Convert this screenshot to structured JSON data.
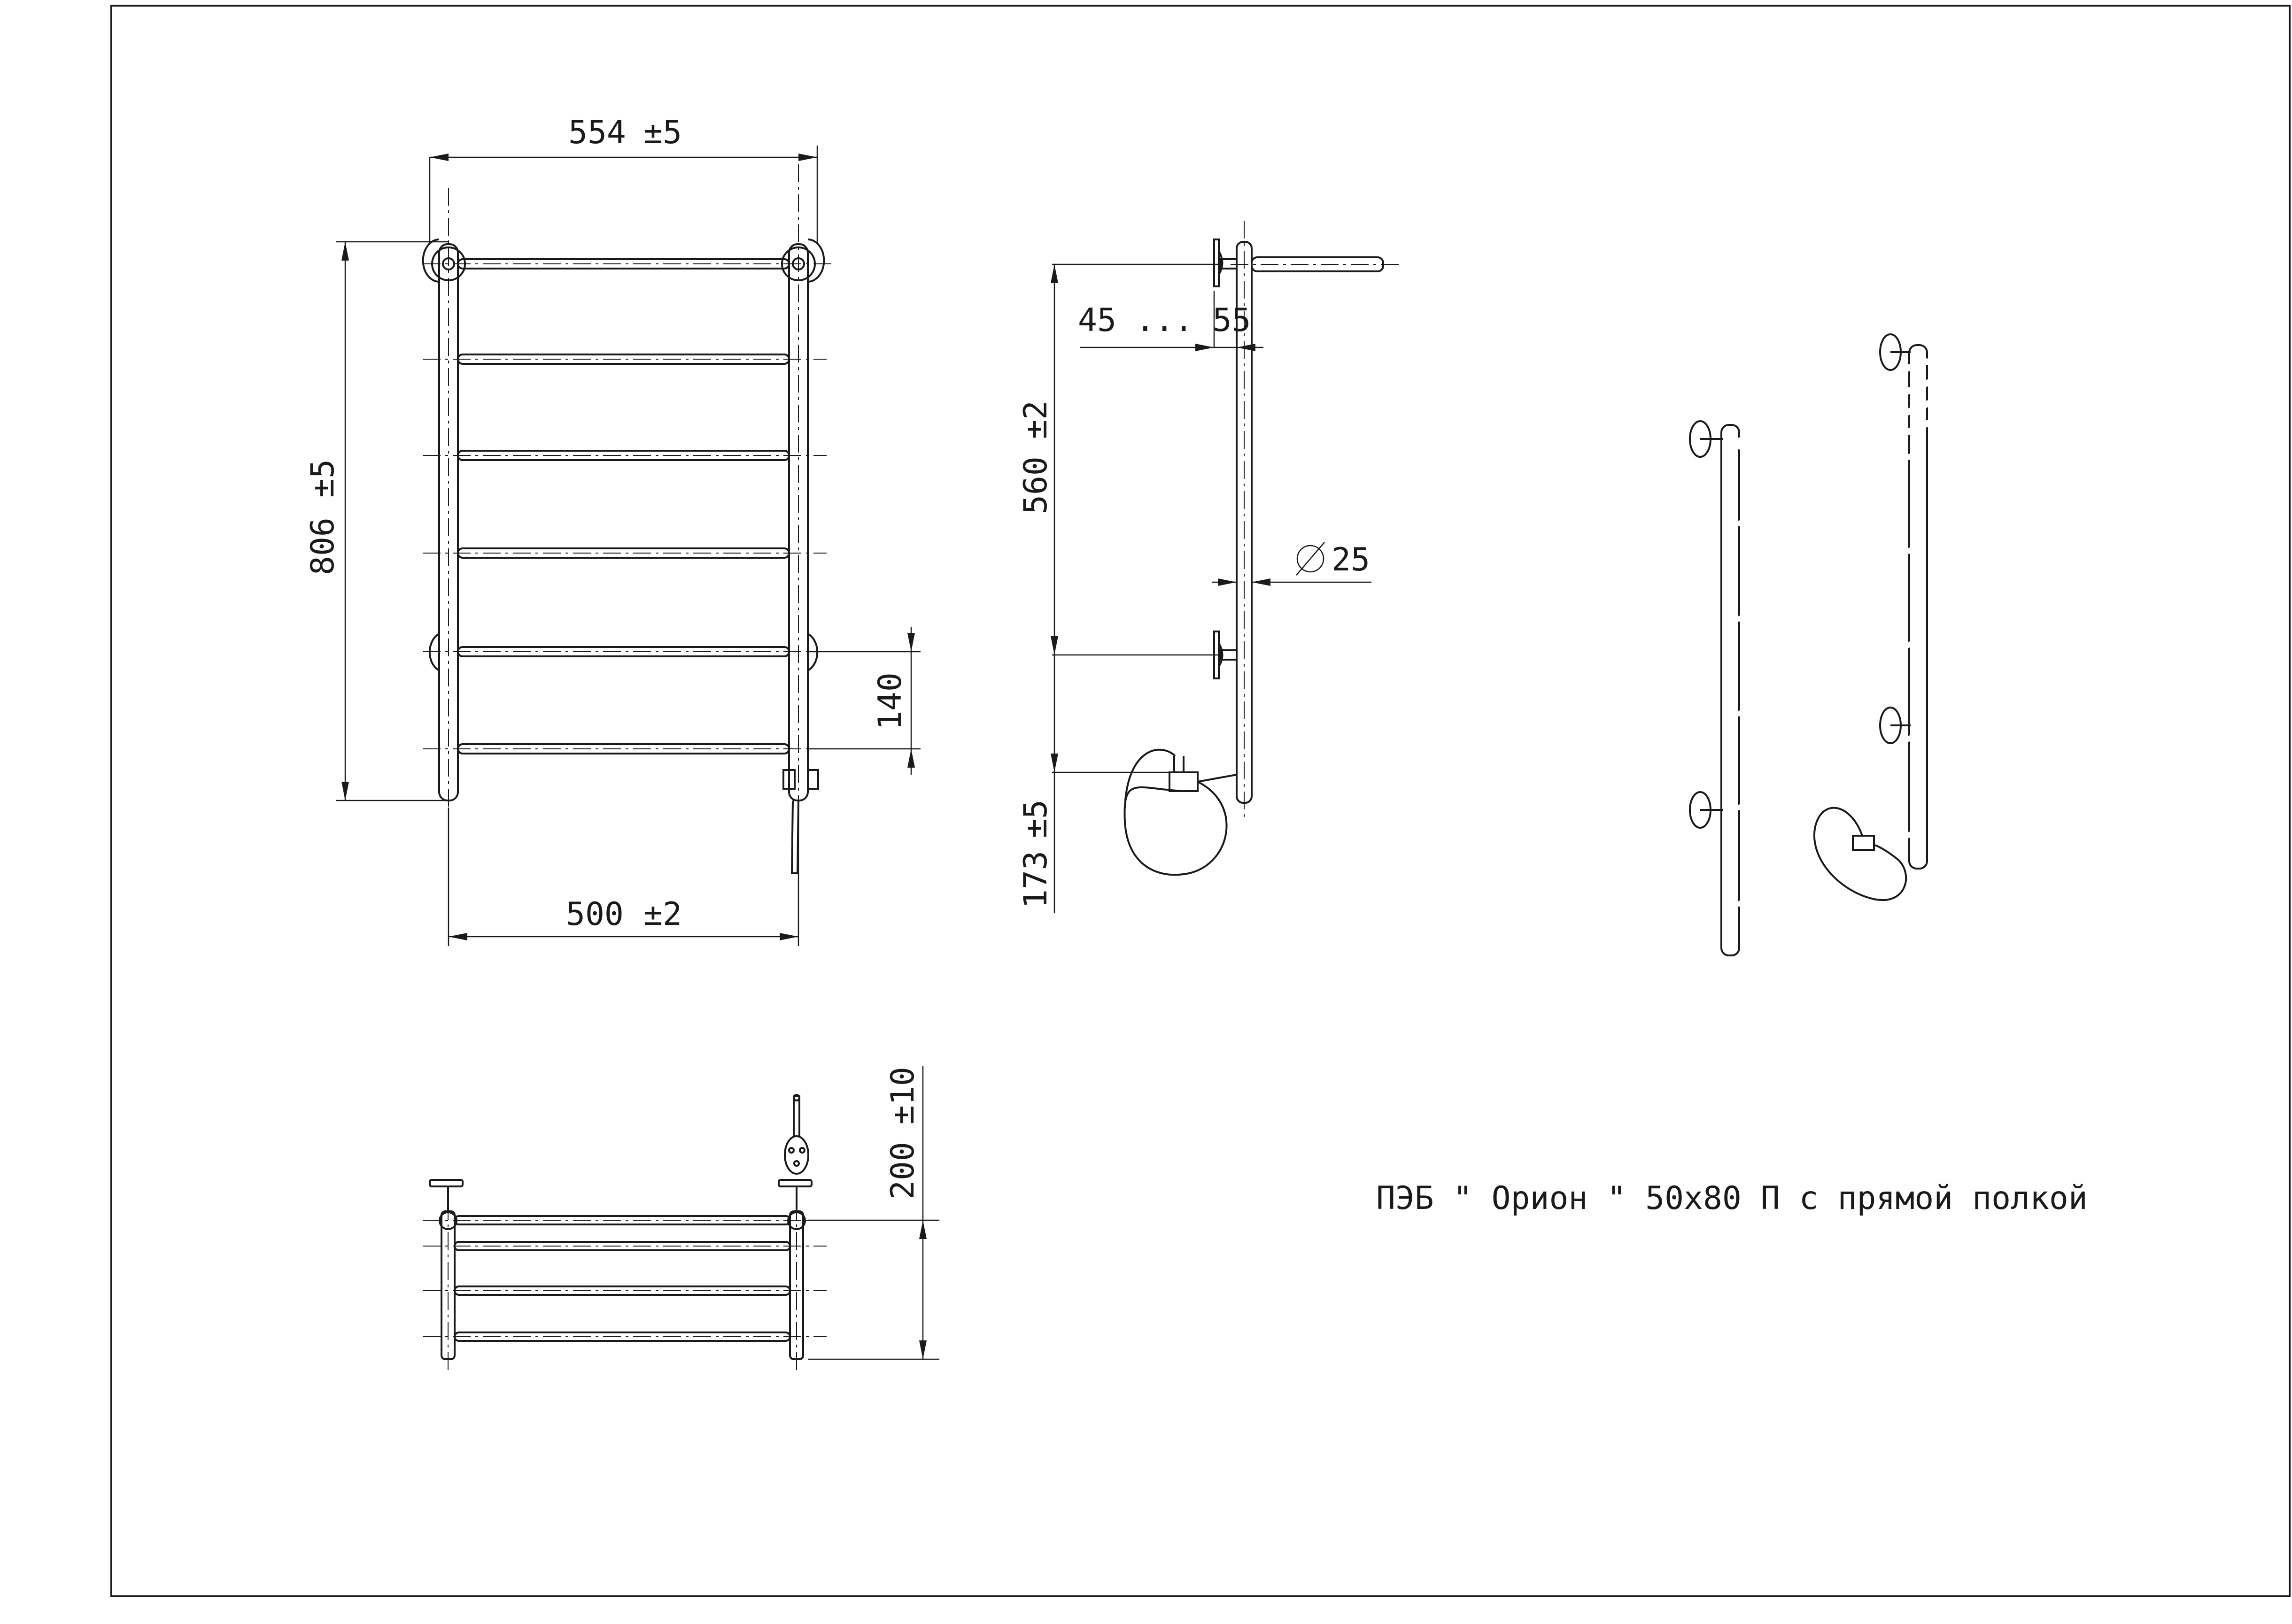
{
  "drawing": {
    "title": "ПЭБ \" Орион \" 50х80 П с прямой полкой"
  },
  "dimensions": {
    "front_overall_width": "554",
    "front_overall_width_tol": "±5",
    "front_height": "806",
    "front_height_tol": "±5",
    "front_axis_width": "500",
    "front_axis_width_tol": "±2",
    "front_bar_spacing": "140",
    "side_wall_offset": "45 ... 55",
    "side_mount_spacing": "560",
    "side_mount_spacing_tol": "±2",
    "side_pipe_diameter": "25",
    "side_bottom_offset": "173",
    "side_bottom_offset_tol": "±5",
    "top_depth": "200",
    "top_depth_tol": "±10"
  }
}
